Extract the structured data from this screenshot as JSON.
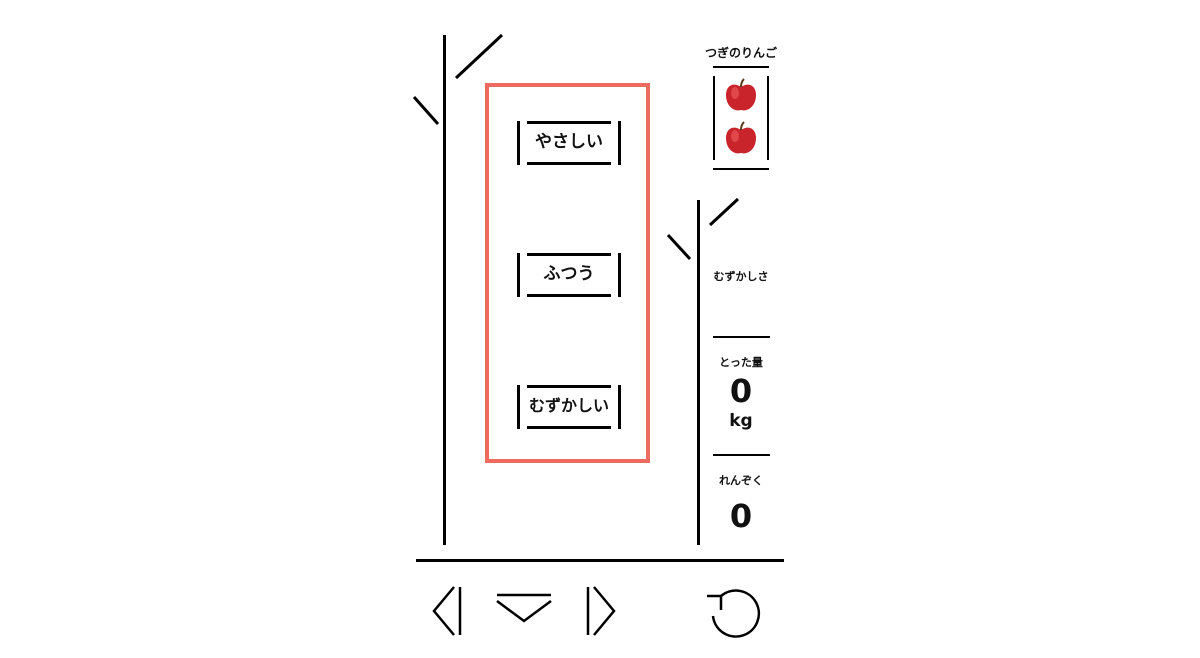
{
  "difficulty_menu": {
    "easy_label": "やさしい",
    "normal_label": "ふつう",
    "hard_label": "むずかしい",
    "highlight_color": "#ef6a5f"
  },
  "next_apples": {
    "label": "つぎのりんご",
    "count": 2
  },
  "stats": {
    "difficulty_label": "むずかしさ",
    "difficulty_value": "",
    "amount_label": "とった量",
    "amount_value": "0",
    "amount_unit": "kg",
    "streak_label": "れんぞく",
    "streak_value": "0"
  },
  "controls": {
    "left": "left-triangle-icon",
    "down": "down-triangle-icon",
    "right": "right-triangle-icon",
    "reset": "rotate-icon"
  }
}
